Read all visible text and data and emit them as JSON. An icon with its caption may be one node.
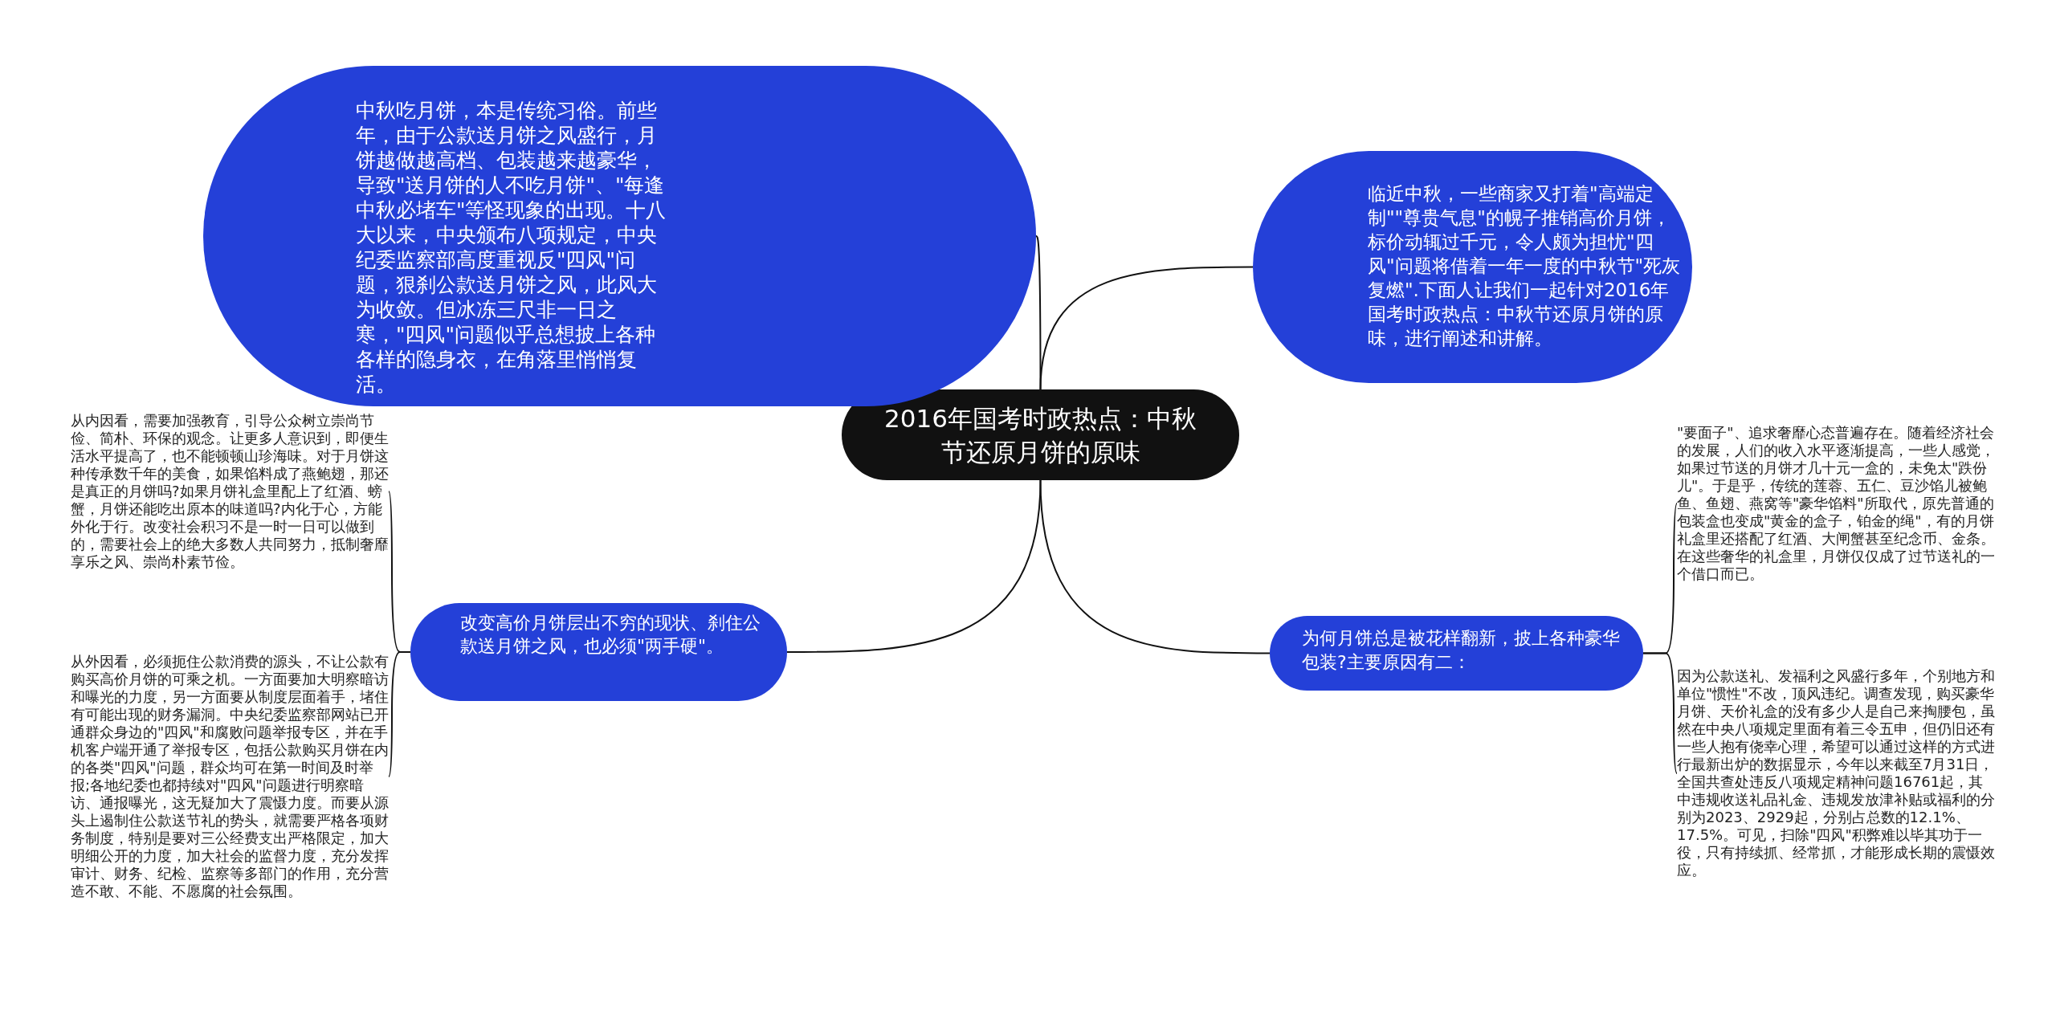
{
  "diagram": {
    "nodes": [
      {
        "text": [
          "2016年国考时政热点：中秋节还原月饼的原味"
        ]
      },
      {
        "text": [
          "中秋吃月饼，本是传统习俗。前些年，由于公款送月饼之风盛行，月饼越做越高档、包装越来越豪华，导致\"送月饼的人不吃月饼\"、\"每逢中秋必堵车\"等怪现象的出现。十八大以来，中央颁布八项规定，中央纪委监察部高度重视反\"四风\"问题，狠刹公款送月饼之风，此风大为收敛。但冰冻三尺非一日之寒，\"四风\"问题似乎总想披上各种各样的隐身衣，在角落里悄悄复活。"
        ]
      },
      {
        "text": [
          "临近中秋，一些商家又打着\"高端定制\"\"尊贵气息\"的幌子推销高价月饼，标价动辄过千元，令人颇为担忧\"四风\"问题将借着一年一度的中秋节\"死灰复燃\".下面人让我们一起针对2016年国考时政热点：中秋节还原月饼的原味，进行阐述和讲解。"
        ]
      },
      {
        "text": [
          "改变高价月饼层出不穷的现状、刹住公款送月饼之风，也必须\"两手硬\"。"
        ]
      },
      {
        "text": [
          "从内因看，需要加强教育，引导公众树立崇尚节俭、简朴、环保的观念。让更多人意识到，即便生活水平提高了，也不能顿顿山珍海味。对于月饼这种传承数千年的美食，如果馅料成了燕鲍翅，那还是真正的月饼吗?如果月饼礼盒里配上了红酒、螃蟹，月饼还能吃出原本的味道吗?内化于心，方能外化于行。改变社会积习不是一时一日可以做到的，需要社会上的绝大多数人共同努力，抵制奢靡享乐之风、崇尚朴素节俭。"
        ]
      },
      {
        "text": [
          "从外因看，必须扼住公款消费的源头，不让公款有购买高价月饼的可乘之机。一方面要加大明察暗访和曝光的力度，另一方面要从制度层面着手，堵住有可能出现的财务漏洞。中央纪委监察部网站已开通群众身边的\"四风\"和腐败问题举报专区，并在手机客户端开通了举报专区，包括公款购买月饼在内的各类\"四风\"问题，群众均可在第一时间及时举报;各地纪委也都持续对\"四风\"问题进行明察暗访、通报曝光，这无疑加大了震慑力度。而要从源头上遏制住公款送节礼的势头，就需要严格各项财务制度，特别是要对三公经费支出严格限定，加大明细公开的力度，加大社会的监督力度，充分发挥审计、财务、纪检、监察等多部门的作用，充分营造不敢、不能、不愿腐的社会氛围。"
        ]
      },
      {
        "text": [
          "为何月饼总是被花样翻新，披上各种豪华包装?主要原因有二："
        ]
      },
      {
        "text": [
          "\"要面子\"、追求奢靡心态普遍存在。随着经济社会的发展，人们的收入水平逐渐提高，一些人感觉，如果过节送的月饼才几十元一盒的，未免太\"跌份儿\"。于是乎，传统的莲蓉、五仁、豆沙馅儿被鲍鱼、鱼翅、燕窝等\"豪华馅料\"所取代，原先普通的包装盒也变成\"黄金的盒子，铂金的绳\"，有的月饼礼盒里还搭配了红酒、大闸蟹甚至纪念币、金条。在这些奢华的礼盒里，月饼仅仅成了过节送礼的一个借口而已。"
        ]
      },
      {
        "text": [
          "因为公款送礼、发福利之风盛行多年，个别地方和单位\"惯性\"不改，顶风违纪。调查发现，购买豪华月饼、天价礼盒的没有多少人是自己来掏腰包，虽然在中央八项规定里面有着三令五申，但仍旧还有一些人抱有侥幸心理，希望可以通过这样的方式进行最新出炉的数据显示，今年以来截至7月31日，全国共查处违反八项规定精神问题16761起，其中违规收送礼品礼金、违规发放津补贴或福利的分别为2023、2929起，分别占总数的12.1%、17.5%。可见，扫除\"四风\"积弊难以毕其功于一役，只有持续抓、经常抓，才能形成长期的震慑效应。"
        ]
      }
    ],
    "edges": [
      {
        "from": 0,
        "to": 1,
        "arrow": "none"
      },
      {
        "from": 0,
        "to": 2,
        "arrow": "none"
      },
      {
        "from": 0,
        "to": 3,
        "arrow": "none"
      },
      {
        "from": 3,
        "to": 4,
        "arrow": "none"
      },
      {
        "from": 3,
        "to": 5,
        "arrow": "none"
      },
      {
        "from": 0,
        "to": 6,
        "arrow": "none"
      },
      {
        "from": 6,
        "to": 7,
        "arrow": "none"
      },
      {
        "from": 6,
        "to": 8,
        "arrow": "none"
      }
    ]
  }
}
